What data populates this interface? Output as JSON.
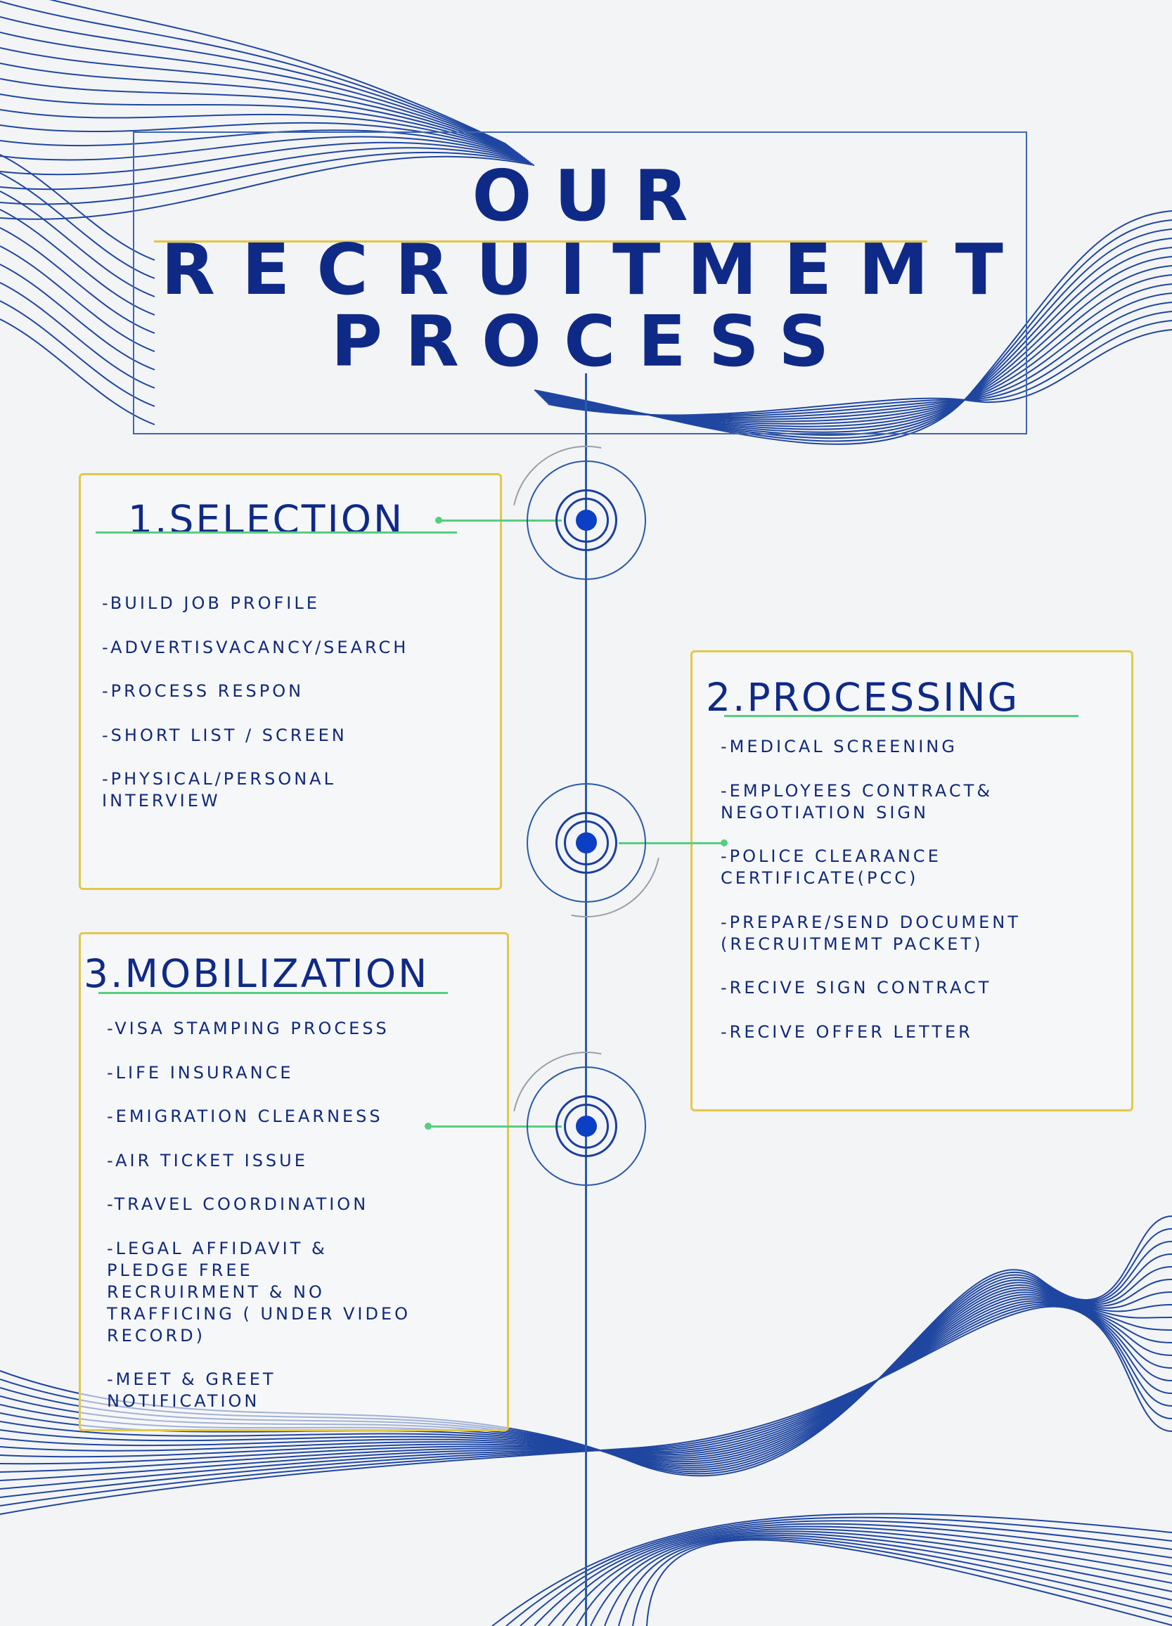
{
  "header": {
    "title_lines": [
      "OUR",
      "RECRUITMEMT",
      "PROCESS"
    ]
  },
  "sections": [
    {
      "title": "1.SELECTION",
      "items": [
        "-BUILD JOB PROFILE",
        "-ADVERTISVACANCY/SEARCH",
        "-PROCESS RESPON",
        "-SHORT LIST / SCREEN",
        "-PHYSICAL/PERSONAL\nINTERVIEW"
      ]
    },
    {
      "title": "2.PROCESSING",
      "items": [
        "-MEDICAL SCREENING",
        "-EMPLOYEES CONTRACT&\nNEGOTIATION SIGN",
        "-POLICE CLEARANCE\nCERTIFICATE(PCC)",
        "-PREPARE/SEND DOCUMENT\n(RECRUITMEMT PACKET)",
        "-RECIVE SIGN CONTRACT",
        "-RECIVE OFFER LETTER"
      ]
    },
    {
      "title": "3.MOBILIZATION",
      "items": [
        "-VISA STAMPING PROCESS",
        "-LIFE INSURANCE",
        "-EMIGRATION CLEARNESS",
        "-AIR TICKET ISSUE",
        "-TRAVEL COORDINATION",
        "-LEGAL AFFIDAVIT &\nPLEDGE FREE\nRECRUIRMENT & NO\nTRAFFICING ( UNDER VIDEO\nRECORD)",
        "-MEET & GREET\nNOTIFICATION"
      ]
    }
  ],
  "colors": {
    "text": "#10297a",
    "line": "#2a5aa8",
    "box_border": "#e2c84b",
    "accent_green": "#55cf80",
    "dot": "#0b3fc4"
  }
}
